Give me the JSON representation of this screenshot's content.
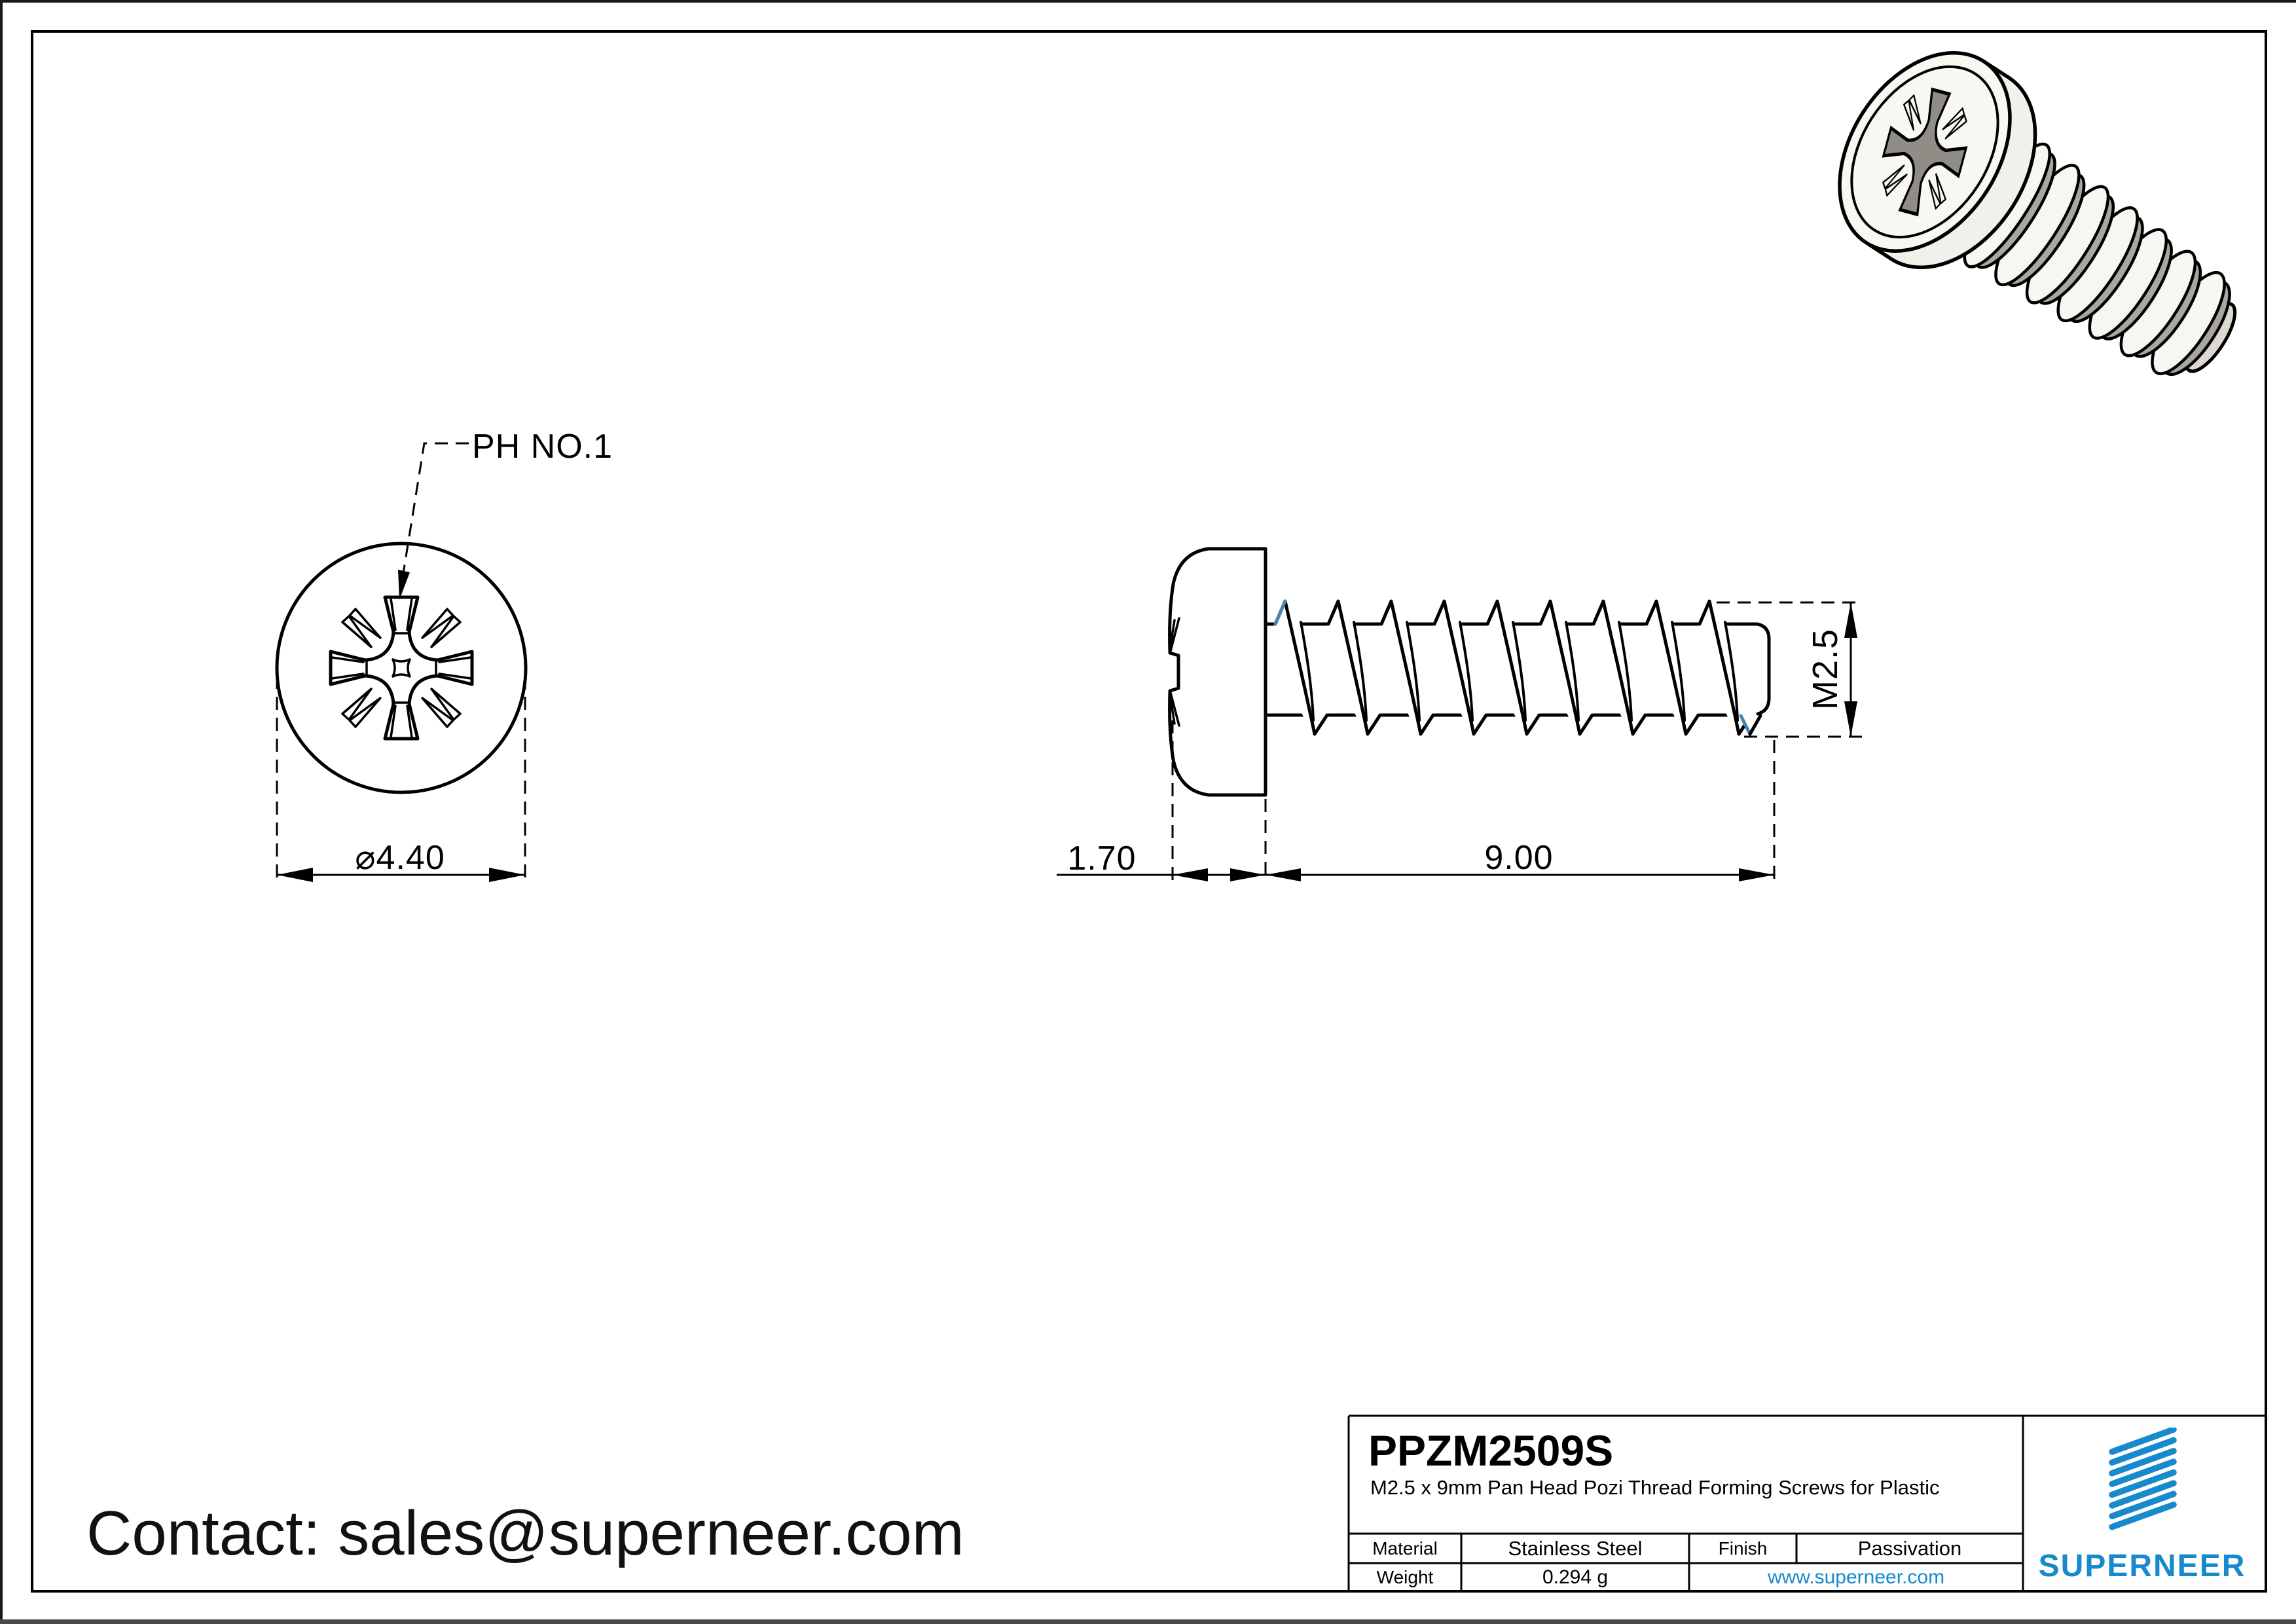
{
  "front_view": {
    "recess_label": "PH NO.1",
    "diameter_dim": "⌀4.40"
  },
  "side_view": {
    "head_height_dim": "1.70",
    "thread_length_dim": "9.00",
    "thread_size_dim": "M2.5"
  },
  "footer": {
    "contact": "Contact: sales@superneer.com"
  },
  "title_block": {
    "part_number": "PPZM2509S",
    "description": "M2.5 x 9mm Pan Head Pozi Thread Forming Screws for Plastic",
    "material_label": "Material",
    "material_value": "Stainless Steel",
    "finish_label": "Finish",
    "finish_value": "Passivation",
    "weight_label": "Weight",
    "weight_value": "0.294 g",
    "website": "www.superneer.com",
    "brand_name": "SUPERNEER"
  },
  "colors": {
    "brand_blue": "#1789cd",
    "edge_highlight_blue": "#4785ad",
    "line_black": "#000000",
    "recess_gray": "#8f8d86"
  }
}
